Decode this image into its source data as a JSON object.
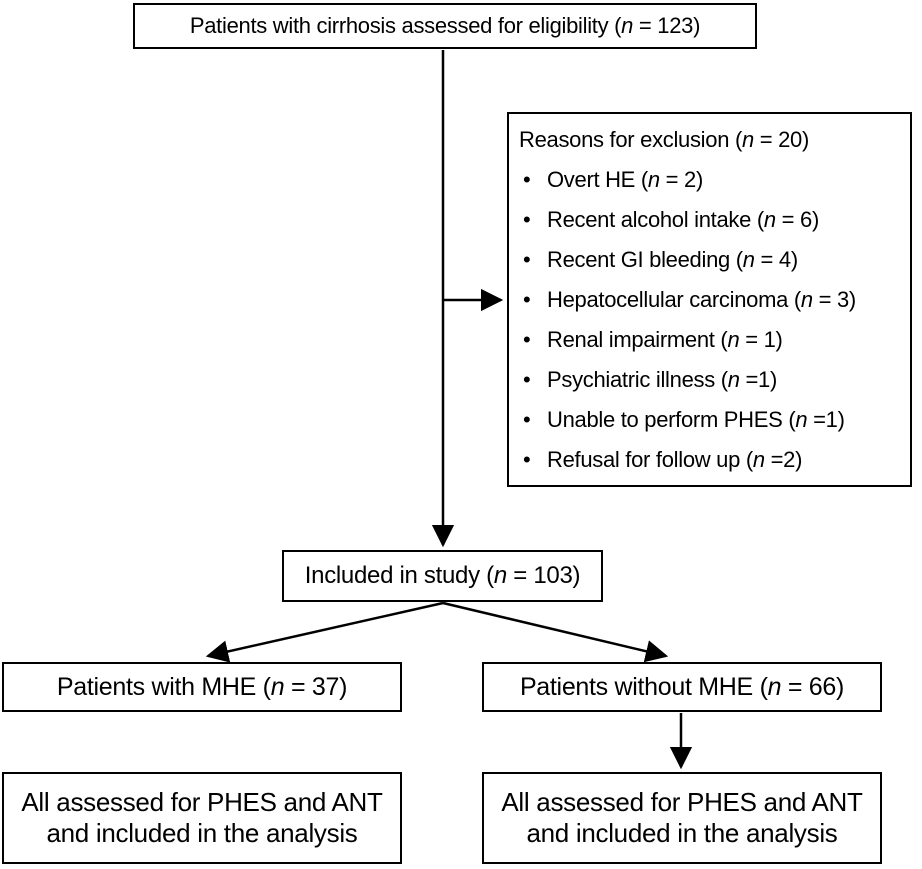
{
  "diagram": {
    "colors": {
      "line": "#000000",
      "background": "#ffffff",
      "border": "#000000"
    },
    "bullet_glyph": "•",
    "nodes": {
      "eligibility": {
        "pre": "Patients with cirrhosis assessed for eligibility (",
        "var": "n",
        "post": " = 123)"
      },
      "exclusion": {
        "title": {
          "pre": "Reasons for exclusion (",
          "var": "n",
          "post": " = 20)"
        },
        "items": [
          {
            "pre": "Overt HE (",
            "var": "n",
            "post": " = 2)"
          },
          {
            "pre": "Recent alcohol intake (",
            "var": "n",
            "post": " = 6)"
          },
          {
            "pre": "Recent GI bleeding (",
            "var": "n",
            "post": " = 4)"
          },
          {
            "pre": "Hepatocellular carcinoma (",
            "var": "n",
            "post": " = 3)"
          },
          {
            "pre": "Renal impairment (",
            "var": "n",
            "post": " = 1)"
          },
          {
            "pre": "Psychiatric illness (",
            "var": "n",
            "post": " =1)"
          },
          {
            "pre": "Unable to perform PHES (",
            "var": "n",
            "post": " =1)"
          },
          {
            "pre": "Refusal for follow up (",
            "var": "n",
            "post": " =2)"
          }
        ]
      },
      "included": {
        "pre": "Included in study (",
        "var": "n",
        "post": " = 103)"
      },
      "mhe": {
        "pre": "Patients with MHE (",
        "var": "n",
        "post": " = 37)"
      },
      "no_mhe": {
        "pre": "Patients without MHE (",
        "var": "n",
        "post": " = 66)"
      },
      "mhe_outcome": {
        "line1": "All assessed for PHES and ANT",
        "line2": "and included in the analysis"
      },
      "no_mhe_outcome": {
        "line1": "All assessed for PHES and ANT",
        "line2": "and included in the analysis"
      }
    }
  }
}
